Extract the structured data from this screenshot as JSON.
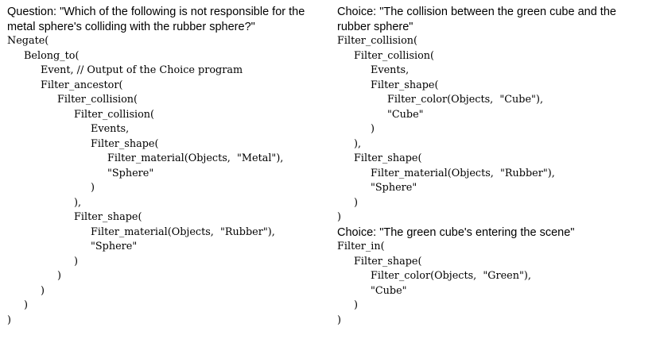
{
  "left_panel": {
    "question_lines": [
      "Question: \"Which of the following is not responsible for the",
      "metal sphere's colliding with the rubber sphere?\""
    ],
    "program_lines": [
      {
        "indent": 0,
        "text": "Negate("
      },
      {
        "indent": 1,
        "text": "Belong_to("
      },
      {
        "indent": 2,
        "text": "Event, // Output of the Choice program"
      },
      {
        "indent": 2,
        "text": "Filter_ancestor("
      },
      {
        "indent": 3,
        "text": "Filter_collision("
      },
      {
        "indent": 4,
        "text": "Filter_collision("
      },
      {
        "indent": 5,
        "text": "Events,"
      },
      {
        "indent": 5,
        "text": "Filter_shape("
      },
      {
        "indent": 6,
        "text": "Filter_material(Objects,  \"Metal\"),"
      },
      {
        "indent": 6,
        "text": "\"Sphere\""
      },
      {
        "indent": 5,
        "text": ")"
      },
      {
        "indent": 4,
        "text": "),"
      },
      {
        "indent": 4,
        "text": "Filter_shape("
      },
      {
        "indent": 5,
        "text": "Filter_material(Objects,  \"Rubber\"),"
      },
      {
        "indent": 5,
        "text": "\"Sphere\""
      },
      {
        "indent": 4,
        "text": ")"
      },
      {
        "indent": 3,
        "text": ")"
      },
      {
        "indent": 2,
        "text": ")"
      },
      {
        "indent": 1,
        "text": ")"
      },
      {
        "indent": 0,
        "text": ")"
      }
    ]
  },
  "right_panel": {
    "choice1_lines": [
      "Choice: \"The collision between the green cube and the",
      "rubber sphere\""
    ],
    "choice1_program_lines": [
      {
        "indent": 0,
        "text": "Filter_collision("
      },
      {
        "indent": 1,
        "text": "Filter_collision("
      },
      {
        "indent": 2,
        "text": "Events,"
      },
      {
        "indent": 2,
        "text": "Filter_shape("
      },
      {
        "indent": 3,
        "text": "Filter_color(Objects,  \"Cube\"),"
      },
      {
        "indent": 3,
        "text": "\"Cube\""
      },
      {
        "indent": 2,
        "text": ")"
      },
      {
        "indent": 1,
        "text": "),"
      },
      {
        "indent": 1,
        "text": "Filter_shape("
      },
      {
        "indent": 2,
        "text": "Filter_material(Objects,  \"Rubber\"),"
      },
      {
        "indent": 2,
        "text": "\"Sphere\""
      },
      {
        "indent": 1,
        "text": ")"
      },
      {
        "indent": 0,
        "text": ")"
      }
    ],
    "choice2_lines": [
      "Choice: \"The green cube's entering the scene\""
    ],
    "choice2_program_lines": [
      {
        "indent": 0,
        "text": "Filter_in("
      },
      {
        "indent": 1,
        "text": "Filter_shape("
      },
      {
        "indent": 2,
        "text": "Filter_color(Objects,  \"Green\"),"
      },
      {
        "indent": 2,
        "text": "\"Cube\""
      },
      {
        "indent": 1,
        "text": ")"
      },
      {
        "indent": 0,
        "text": ")"
      }
    ]
  }
}
